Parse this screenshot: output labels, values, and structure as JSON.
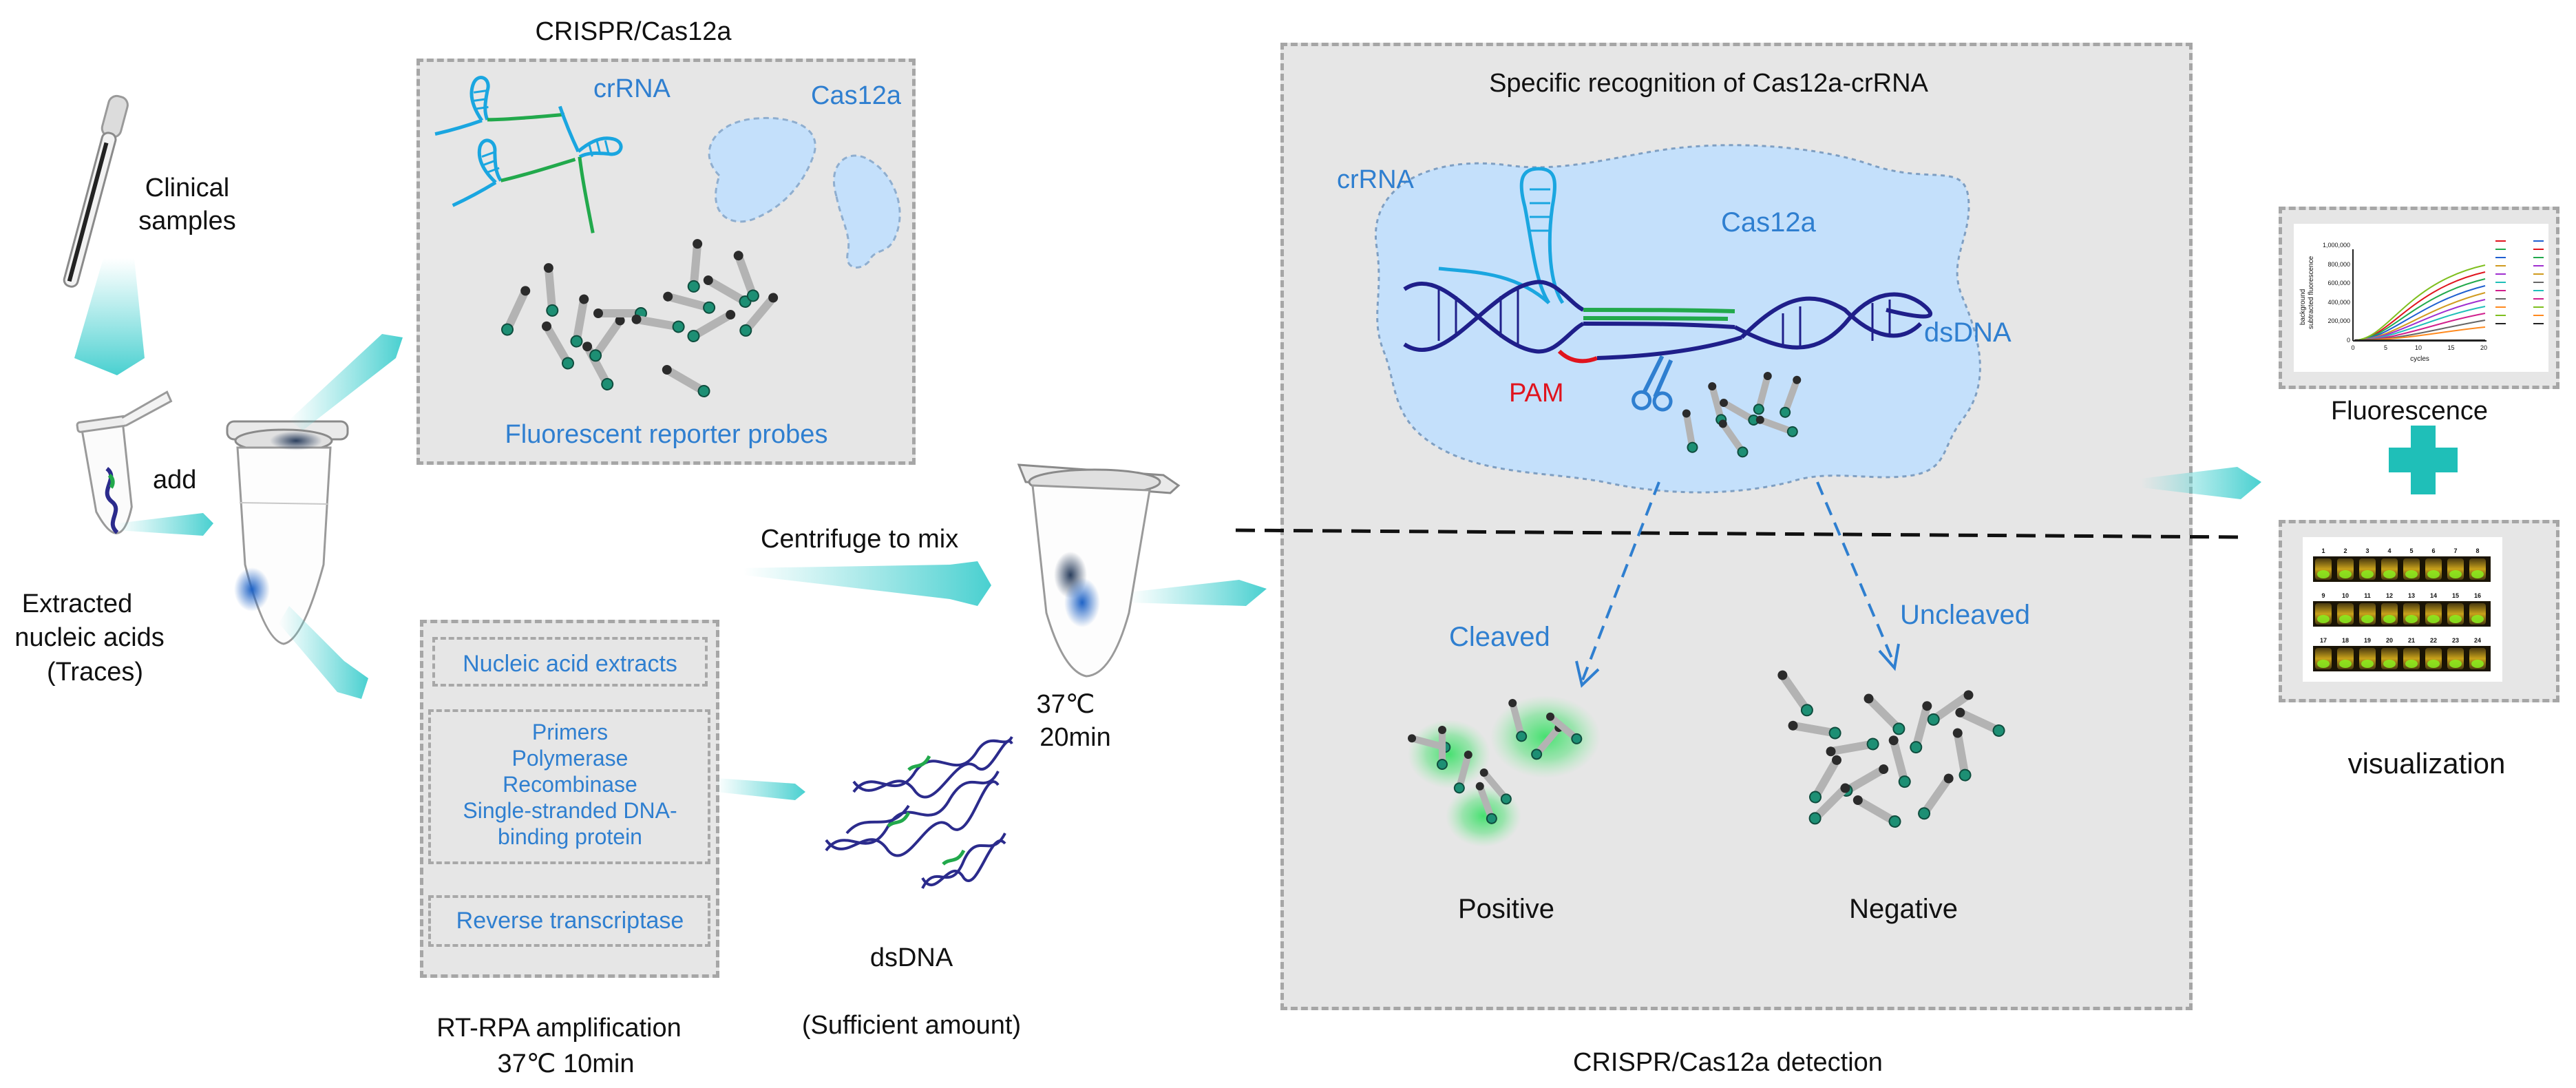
{
  "left": {
    "clinical_samples": [
      "Clinical",
      "samples"
    ],
    "add_label": "add",
    "extracted": [
      "Extracted",
      "nucleic acids",
      "(Traces)"
    ]
  },
  "crispr_box": {
    "title": "CRISPR/Cas12a",
    "crrna": "crRNA",
    "cas12a": "Cas12a",
    "reporters": "Fluorescent reporter probes"
  },
  "rpa_box": {
    "extracts": "Nucleic acid extracts",
    "reagents": [
      "Primers",
      "Polymerase",
      "Recombinase",
      "Single-stranded DNA-",
      "binding protein"
    ],
    "rt": "Reverse transcriptase",
    "caption": [
      "RT-RPA amplification",
      "37℃  10min"
    ]
  },
  "middle": {
    "centrifuge": "Centrifuge to mix",
    "condition": [
      "37℃",
      "20min"
    ],
    "dsdna": "dsDNA",
    "amount": "(Sufficient amount)"
  },
  "detection": {
    "title": "Specific recognition of Cas12a-crRNA",
    "crrna": "crRNA",
    "cas12a": "Cas12a",
    "dsdna": "dsDNA",
    "pam": "PAM",
    "cleaved": "Cleaved",
    "uncleaved": "Uncleaved",
    "positive": "Positive",
    "negative": "Negative",
    "caption": "CRISPR/Cas12a detection"
  },
  "right": {
    "fluorescence": "Fluorescence",
    "visualization": "visualization",
    "plot_ylabel": [
      "background",
      "subtracted fluorescence"
    ],
    "plot_xlabel": "cycles",
    "plot_yticks": [
      "1,000,000",
      "800,000",
      "600,000",
      "400,000",
      "200,000",
      "0"
    ],
    "plot_xticks": [
      "0",
      "5",
      "10",
      "15",
      "20"
    ],
    "tube_numbers": [
      [
        "1",
        "2",
        "3",
        "4",
        "5",
        "6",
        "7",
        "8"
      ],
      [
        "9",
        "10",
        "11",
        "12",
        "13",
        "14",
        "15",
        "16"
      ],
      [
        "17",
        "18",
        "19",
        "20",
        "21",
        "22",
        "23",
        "24"
      ]
    ]
  },
  "colors": {
    "label_blue": "#2f7fd0",
    "pam_red": "#e0141e",
    "arrow_cyan": "#5ad6d6",
    "plus_teal": "#1fbfb8",
    "panel_gray": "#e6e6e6"
  }
}
